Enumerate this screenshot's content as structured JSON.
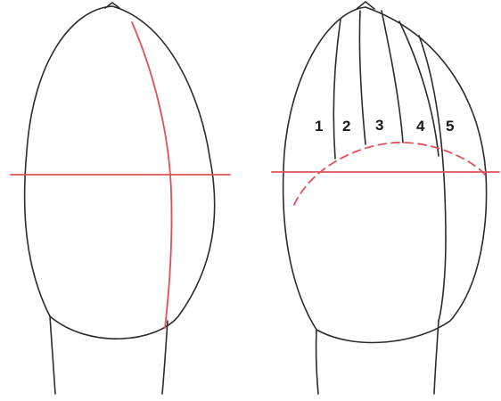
{
  "colors": {
    "outline": "#2b2b2b",
    "guide": "#e0505a",
    "background": "#ffffff"
  },
  "right_figure": {
    "section_labels": [
      "1",
      "2",
      "3",
      "4",
      "5"
    ]
  }
}
